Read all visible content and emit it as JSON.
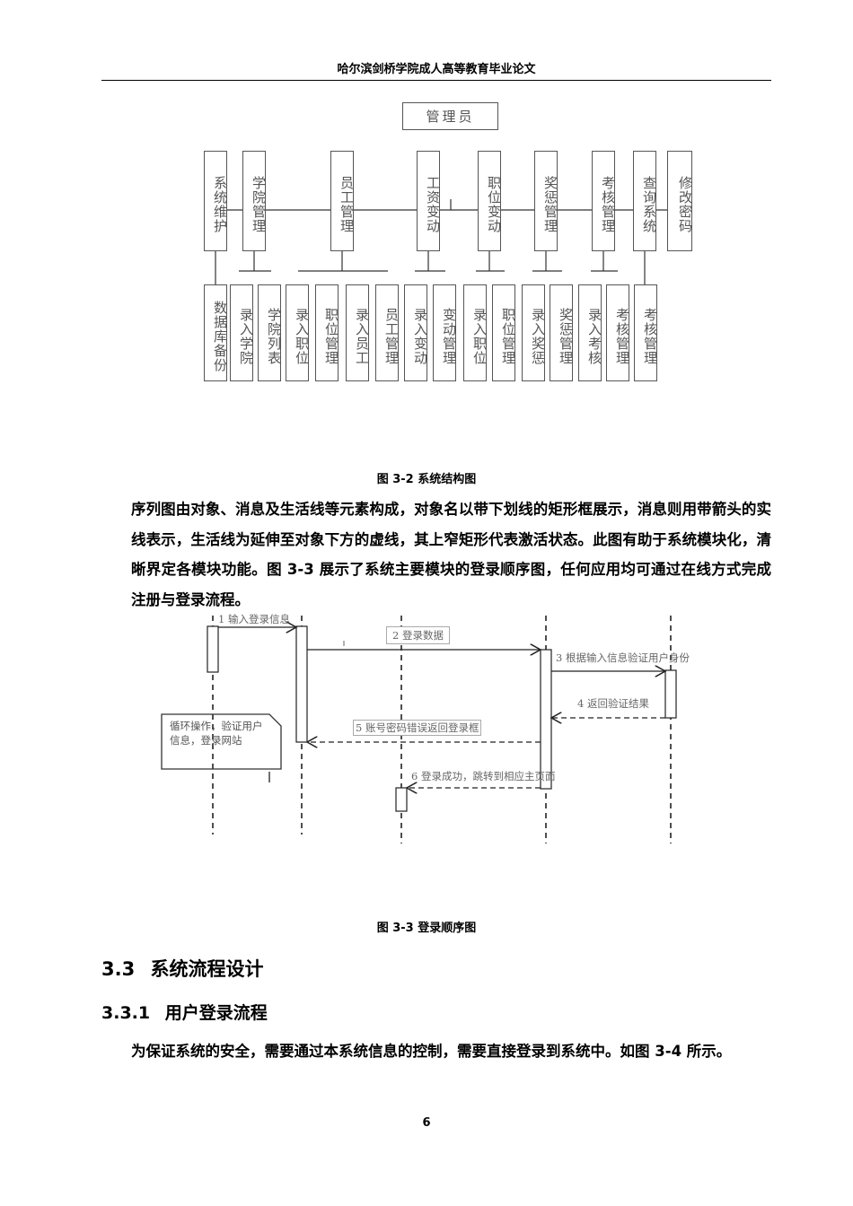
{
  "header": {
    "title": "哈尔滨剑桥学院成人高等教育毕业论文"
  },
  "structure": {
    "root": "管理员",
    "level1": [
      "系统维护",
      "学院管理",
      "员工管理",
      "工资变动",
      "职位变动",
      "奖惩管理",
      "考核管理",
      "查询系统",
      "修改密码"
    ],
    "level2": [
      "数据库备份",
      "录入学院",
      "学院列表",
      "录入职位",
      "职位管理",
      "录入员工",
      "员工管理",
      "录入变动",
      "变动管理",
      "录入职位",
      "职位管理",
      "录入奖惩",
      "奖惩管理",
      "录入考核",
      "考核管理",
      "考核管理"
    ]
  },
  "fig32_caption": "图  3-2  系统结构图",
  "para1": "序列图由对象、消息及生活线等元素构成，对象名以带下划线的矩形框展示，消息则用带箭头的实线表示，生活线为延伸至对象下方的虚线，其上窄矩形代表激活状态。此图有助于系统模块化，清晰界定各模块功能。图 3-3 展示了系统主要模块的登录顺序图，任何应用均可通过在线方式完成注册与登录流程。",
  "sequence": {
    "msg1": "1 输入登录信息",
    "msg2": "2 登录数据",
    "msg3": "3 根据输入信息验证用户身份",
    "msg4": "4 返回验证结果",
    "msg5": "5 账号密码错误返回登录框",
    "msg6": "6 登录成功，跳转到相应主页面",
    "note": "循环操作，验证用户信息，登录网站"
  },
  "fig33_caption": "图  3-3  登录顺序图",
  "section": {
    "number": "3.3",
    "title": "系统流程设计"
  },
  "subsection": {
    "number": "3.3.1",
    "title": "用户登录流程"
  },
  "para2": "为保证系统的安全，需要通过本系统信息的控制，需要直接登录到系统中。如图 3-4 所示。",
  "page_number": "6"
}
